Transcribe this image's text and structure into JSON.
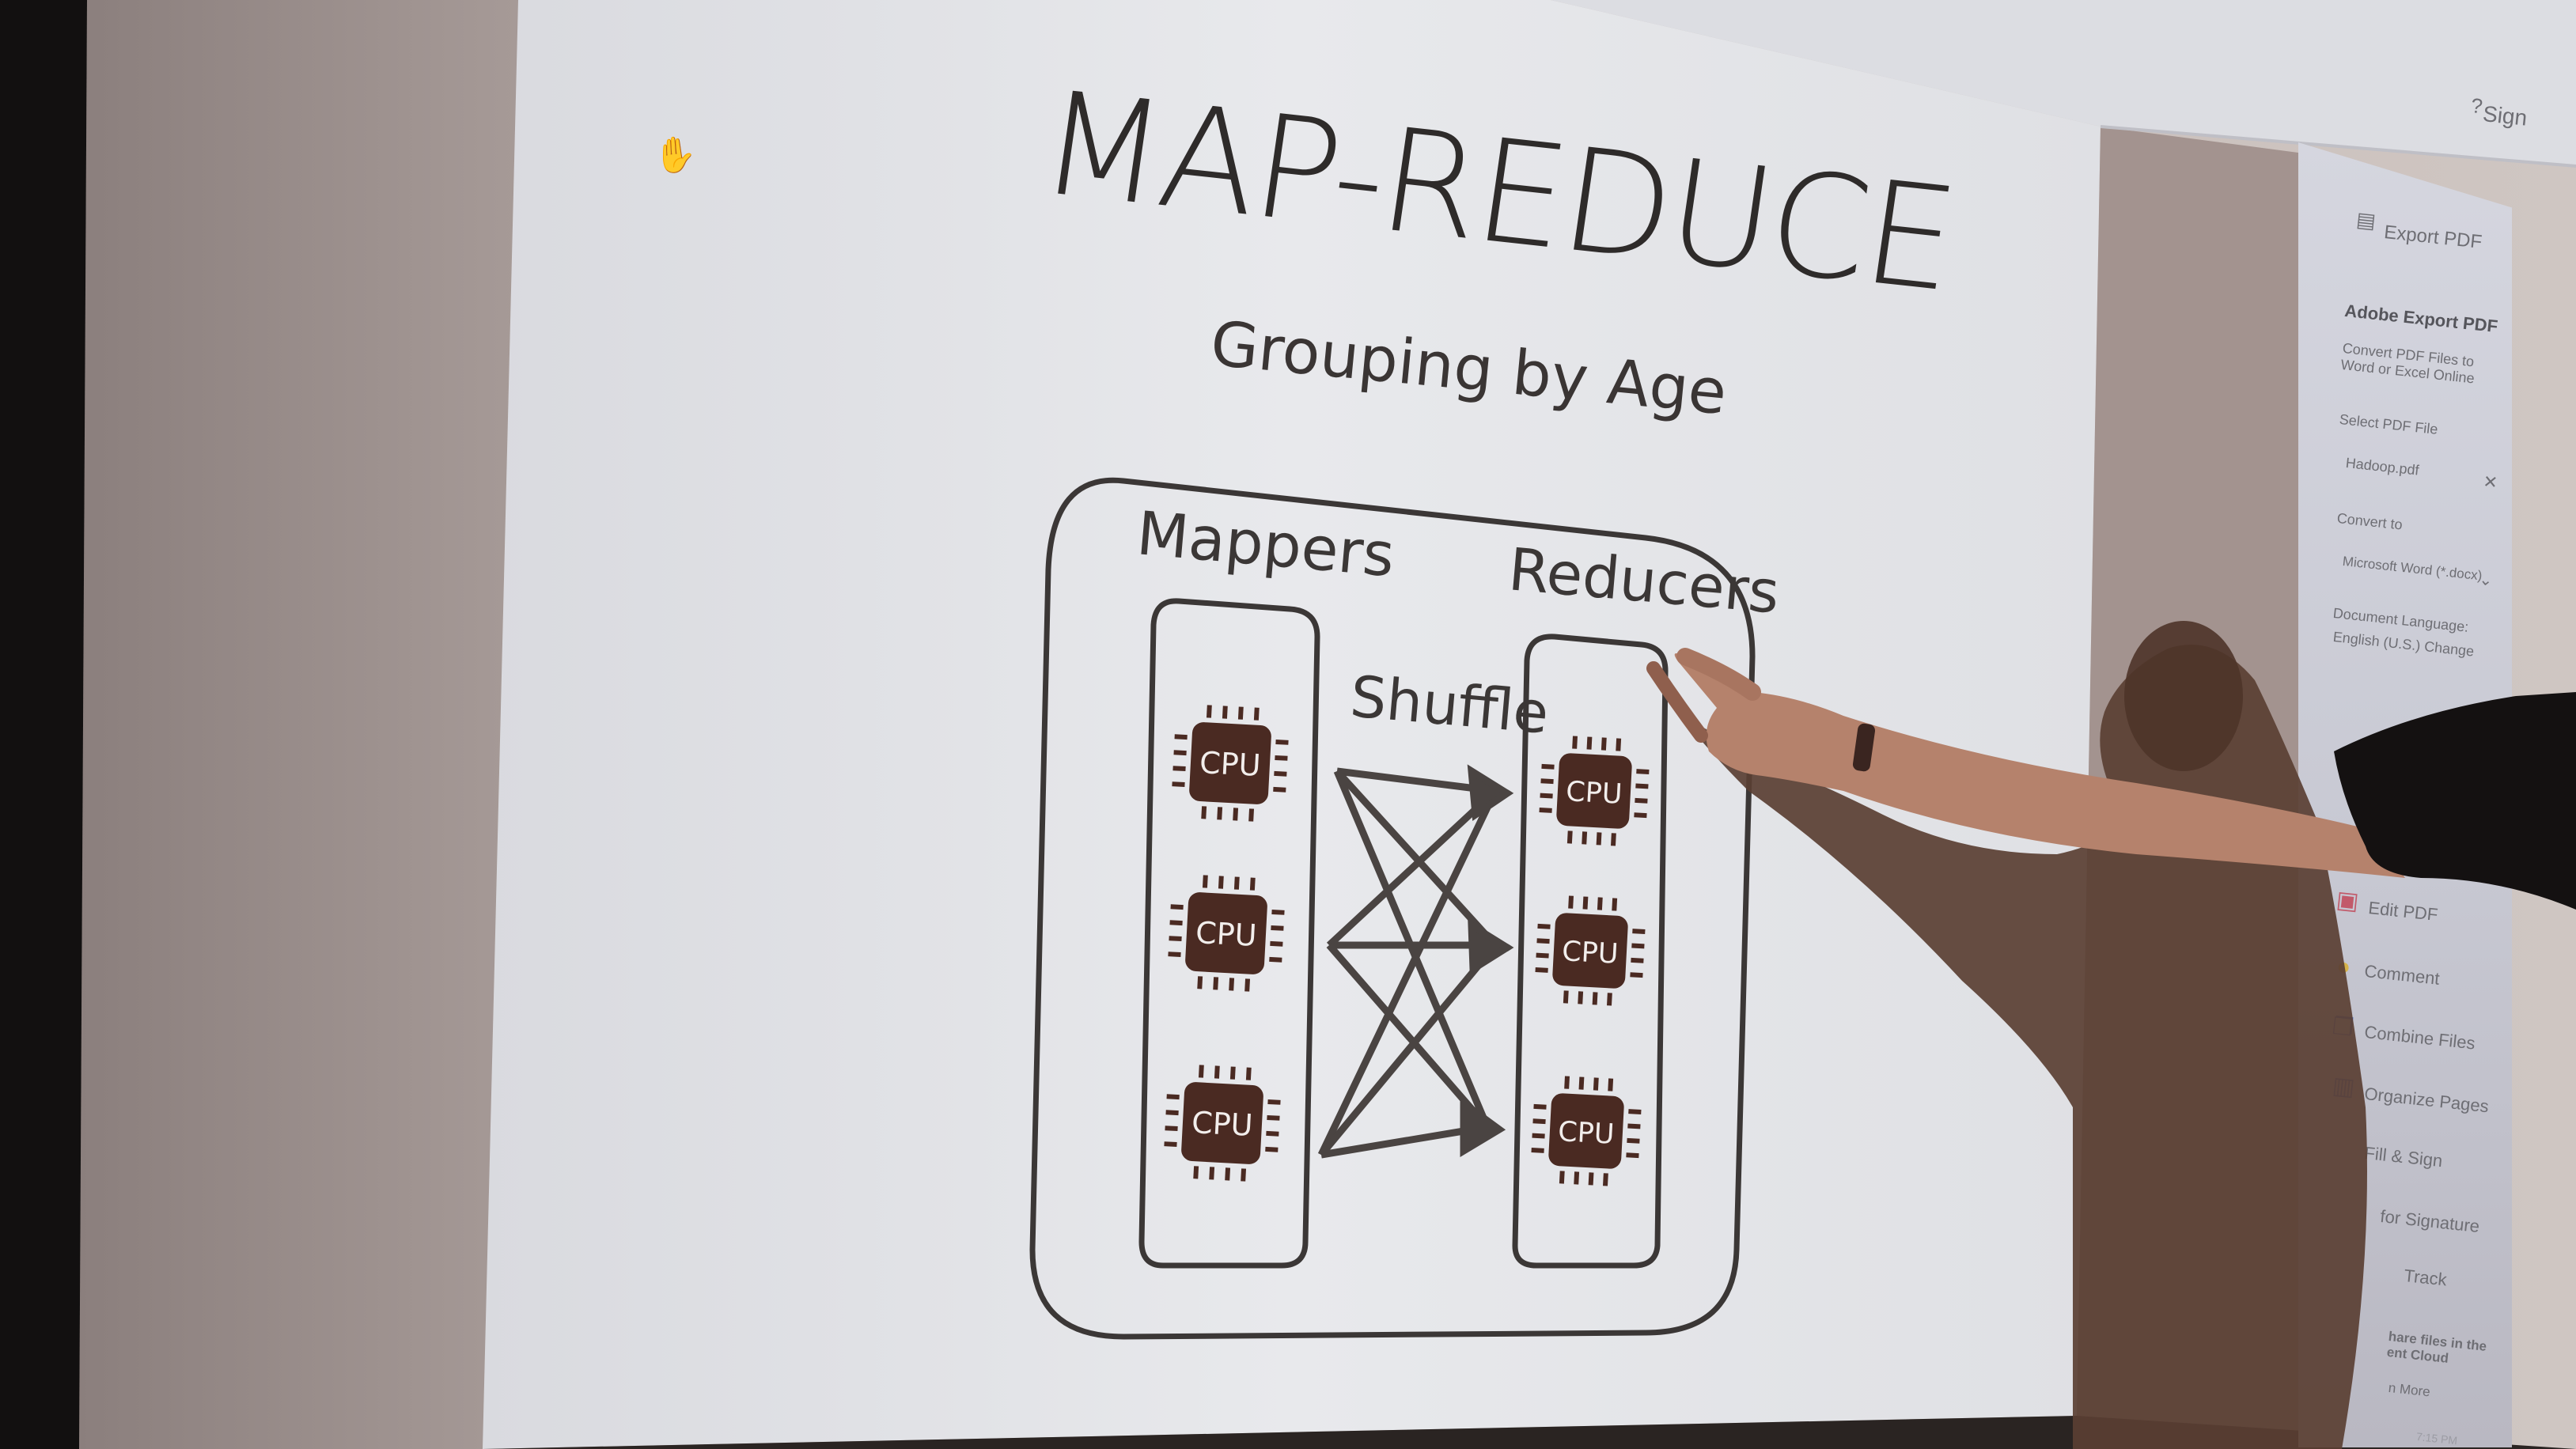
{
  "slide": {
    "title": "MAP-REDUCE",
    "subtitle": "Grouping by Age",
    "mappers_label": "Mappers",
    "reducers_label": "Reducers",
    "shuffle_label": "Shuffle",
    "cpu_label": "CPU"
  },
  "viewer_panel": {
    "sign_label": "Sign",
    "export_pdf": "Export PDF",
    "adobe_export_pdf": "Adobe Export PDF",
    "convert_desc": "Convert PDF Files to Word or Excel Online",
    "select_pdf_file": "Select PDF File",
    "file_name": "Hadoop.pdf",
    "convert_to": "Convert to",
    "convert_target": "Microsoft Word (*.docx)",
    "document_language": "Document Language:",
    "language_value": "English (U.S.) Change",
    "tools": [
      "Edit PDF",
      "Comment",
      "Combine Files",
      "Organize Pages",
      "Fill & Sign",
      "for Signature",
      "Track"
    ],
    "footer": "hare files in the ent Cloud",
    "more": "n More",
    "clock": "7:15 PM"
  },
  "colors": {
    "slide_bg": "#e6e7ea",
    "ink": "#3b3736",
    "cpu_fill": "#4a2a22",
    "panel": "#cacbd5"
  },
  "icons": [
    "hand-cursor-icon",
    "help-icon",
    "export-pdf-icon",
    "close-icon",
    "chevron-down-icon",
    "edit-pdf-icon",
    "comment-icon",
    "combine-files-icon",
    "organize-pages-icon"
  ]
}
